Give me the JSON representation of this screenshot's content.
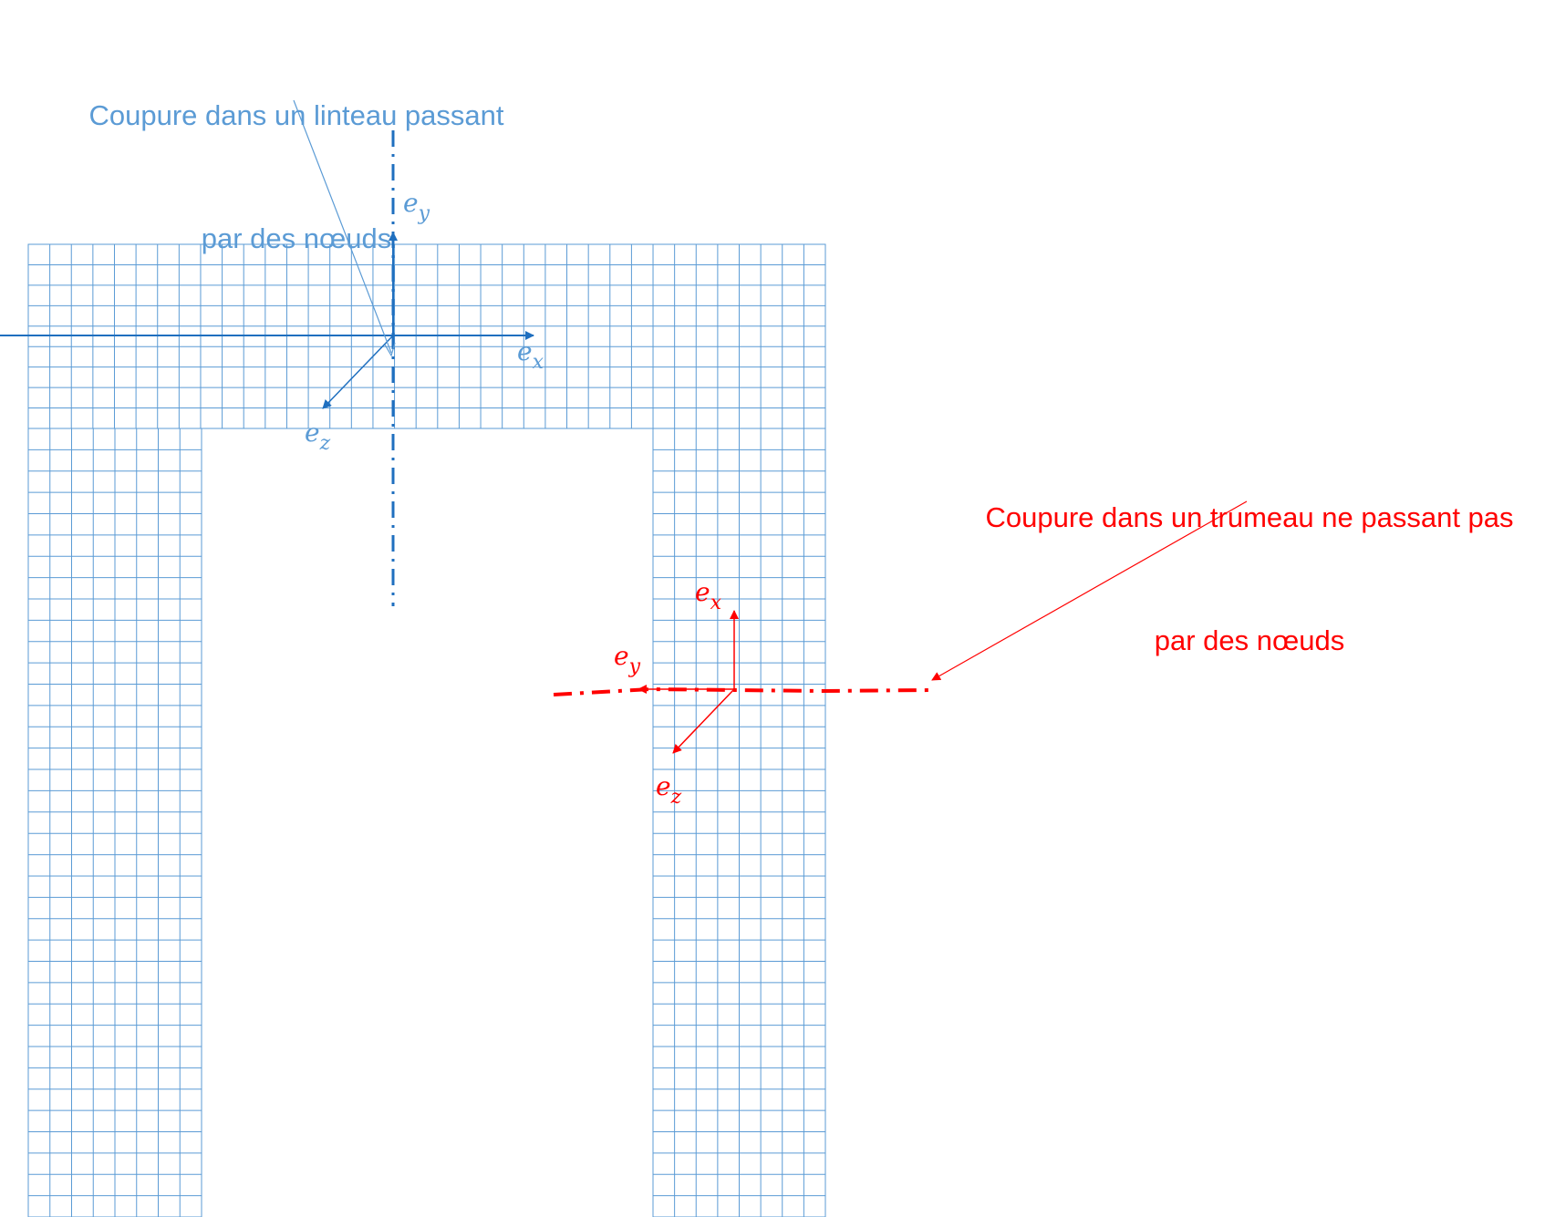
{
  "colors": {
    "mesh": "#5b9bd5",
    "blue_axes": "#1f6fbf",
    "blue_text": "#5b9bd5",
    "red": "#ff0000",
    "background": "#ffffff"
  },
  "callouts": {
    "linteau_line1": "Coupure dans un linteau passant",
    "linteau_line2": "par des nœuds",
    "trumeau_line1": "Coupure dans un trumeau ne passant pas",
    "trumeau_line2": "par des nœuds"
  },
  "blue_frame": {
    "ex": {
      "base": "e",
      "sub": "x"
    },
    "ey": {
      "base": "e",
      "sub": "y"
    },
    "ez": {
      "base": "e",
      "sub": "z"
    }
  },
  "red_frame": {
    "ex": {
      "base": "e",
      "sub": "x"
    },
    "ey": {
      "base": "e",
      "sub": "y"
    },
    "ez": {
      "base": "e",
      "sub": "z"
    }
  }
}
